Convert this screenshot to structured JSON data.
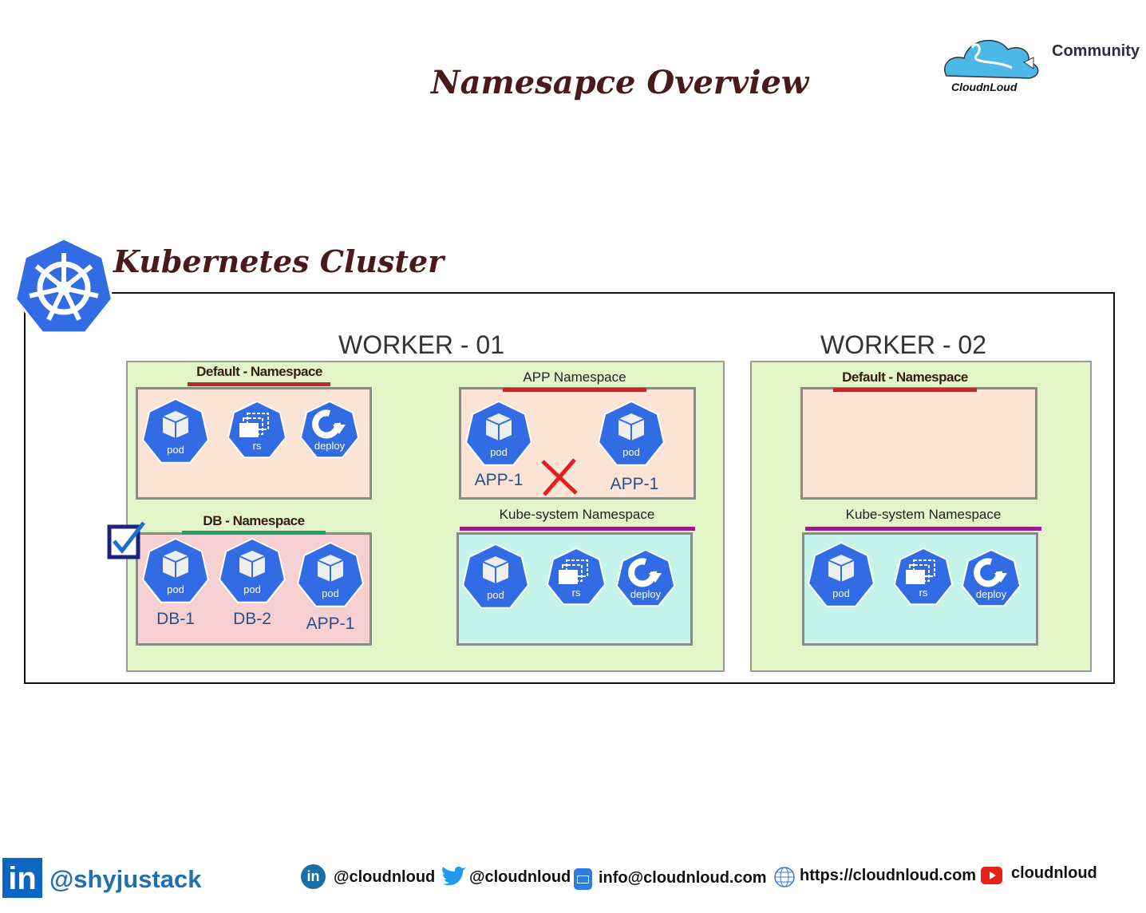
{
  "title": "Namesapce Overview",
  "logo": {
    "brand": "CloudnLoud",
    "tagline": "Community"
  },
  "cluster": {
    "title": "Kubernetes Cluster"
  },
  "colors": {
    "k8s_blue": "#326ce5",
    "default_bar": "#c0282a",
    "db_bar": "#1f9a6a",
    "kube_bar": "#9b1d8a",
    "worker_fill": "#e2f5c8"
  },
  "workers": [
    {
      "name": "WORKER - 01",
      "namespaces": {
        "default": {
          "label": "Default - Namespace",
          "icons": [
            "pod",
            "rs",
            "deploy"
          ]
        },
        "db": {
          "label": "DB - Namespace",
          "icons": [
            "pod",
            "pod",
            "pod"
          ],
          "pod_names": [
            "DB-1",
            "DB-2",
            "APP-1"
          ]
        },
        "app": {
          "label": "APP Namespace",
          "icons": [
            "pod",
            "pod"
          ],
          "pod_names": [
            "APP-1",
            "APP-1"
          ]
        },
        "kube": {
          "label": "Kube-system Namespace",
          "icons": [
            "pod",
            "rs",
            "deploy"
          ]
        }
      }
    },
    {
      "name": "WORKER - 02",
      "namespaces": {
        "default": {
          "label": "Default - Namespace",
          "icons": []
        },
        "kube": {
          "label": "Kube-system Namespace",
          "icons": [
            "pod",
            "rs",
            "deploy"
          ]
        }
      }
    }
  ],
  "footer": {
    "author": "@shyjustack",
    "linkedin": "@cloudnloud",
    "twitter": "@cloudnloud",
    "email": "info@cloudnloud.com",
    "website": "https://cloudnloud.com",
    "youtube": "cloudnloud"
  }
}
